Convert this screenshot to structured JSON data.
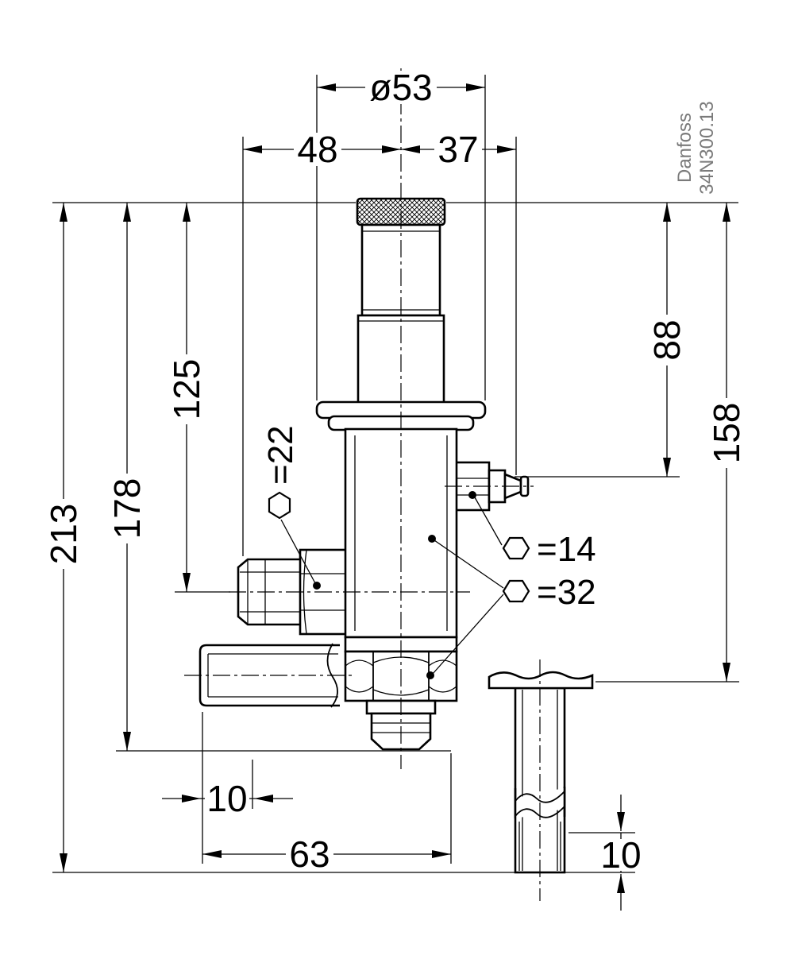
{
  "brand": {
    "name": "Danfoss",
    "code": "34N300.13"
  },
  "dimensions": {
    "diameter_top": "ø53",
    "width_left": "48",
    "width_right": "37",
    "height_88": "88",
    "height_158": "158",
    "height_125": "125",
    "height_178": "178",
    "height_213": "213",
    "depth_10_left": "10",
    "length_63": "63",
    "depth_10_right": "10"
  },
  "hex_flats": {
    "left_port": "=22",
    "service_port": "=14",
    "body": "=32"
  },
  "colors": {
    "line": "#000000",
    "brand_text": "#7a7a7a",
    "background": "#ffffff"
  }
}
